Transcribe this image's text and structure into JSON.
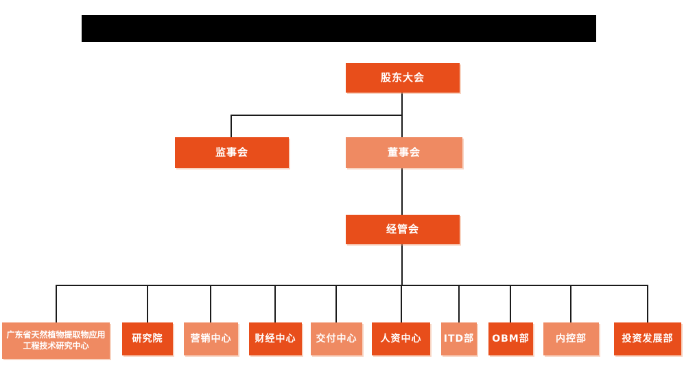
{
  "org_chart": {
    "title_bar": {
      "redacted": true
    },
    "colors": {
      "primary_dark_orange": "#E84E1B",
      "secondary_light_orange": "#EF8A62",
      "connector_line": "#1a1a1a",
      "node_text": "#ffffff",
      "redacted_bar": "#000000",
      "background": "#ffffff"
    },
    "nodes": {
      "shareholders_meeting": "股东大会",
      "supervisory_board": "监事会",
      "board_of_directors": "董事会",
      "management_committee": "经管会"
    },
    "departments": [
      "广东省天然植物提取物应用工程技术研究中心",
      "研究院",
      "营销中心",
      "财经中心",
      "交付中心",
      "人资中心",
      "ITD部",
      "OBM部",
      "内控部",
      "投资发展部"
    ],
    "hierarchy": {
      "level1": "股东大会",
      "level2": [
        "监事会",
        "董事会"
      ],
      "level3": "经管会",
      "level4_parent": "经管会"
    }
  }
}
